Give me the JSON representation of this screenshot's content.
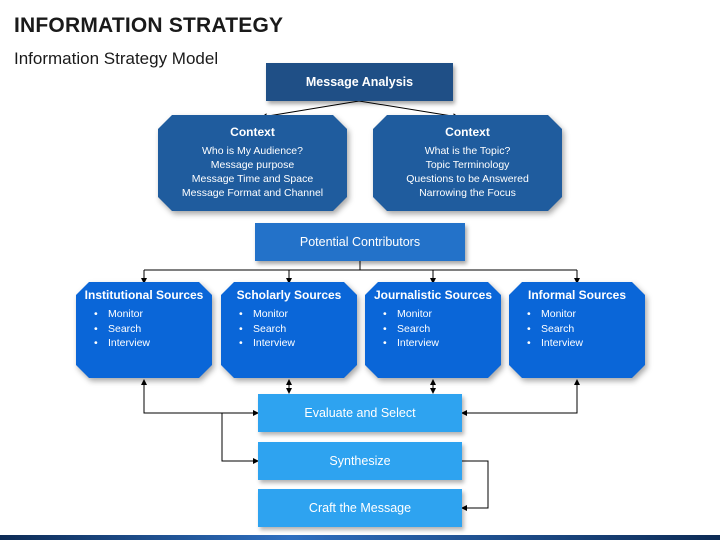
{
  "header": {
    "title": "INFORMATION STRATEGY",
    "subtitle": "Information Strategy Model"
  },
  "message_analysis": "Message Analysis",
  "contexts": [
    {
      "heading": "Context",
      "lines": [
        "Who is My Audience?",
        "Message purpose",
        "Message Time and Space",
        "Message Format and Channel"
      ]
    },
    {
      "heading": "Context",
      "lines": [
        "What is the Topic?",
        "Topic Terminology",
        "Questions to be Answered",
        "Narrowing the Focus"
      ]
    }
  ],
  "potential_contributors": "Potential Contributors",
  "sources": [
    {
      "heading": "Institutional Sources",
      "items": [
        "Monitor",
        "Search",
        "Interview"
      ]
    },
    {
      "heading": "Scholarly Sources",
      "items": [
        "Monitor",
        "Search",
        "Interview"
      ]
    },
    {
      "heading": "Journalistic Sources",
      "items": [
        "Monitor",
        "Search",
        "Interview"
      ]
    },
    {
      "heading": "Informal Sources",
      "items": [
        "Monitor",
        "Search",
        "Interview"
      ]
    }
  ],
  "steps": {
    "evaluate": "Evaluate and Select",
    "synthesize": "Synthesize",
    "craft": "Craft the Message"
  },
  "colors": {
    "dark_blue": "#1f4f86",
    "context_blue": "#1f5c9e",
    "mid_blue": "#2372c9",
    "source_blue": "#0a66d8",
    "light_blue": "#2ea3f0"
  }
}
